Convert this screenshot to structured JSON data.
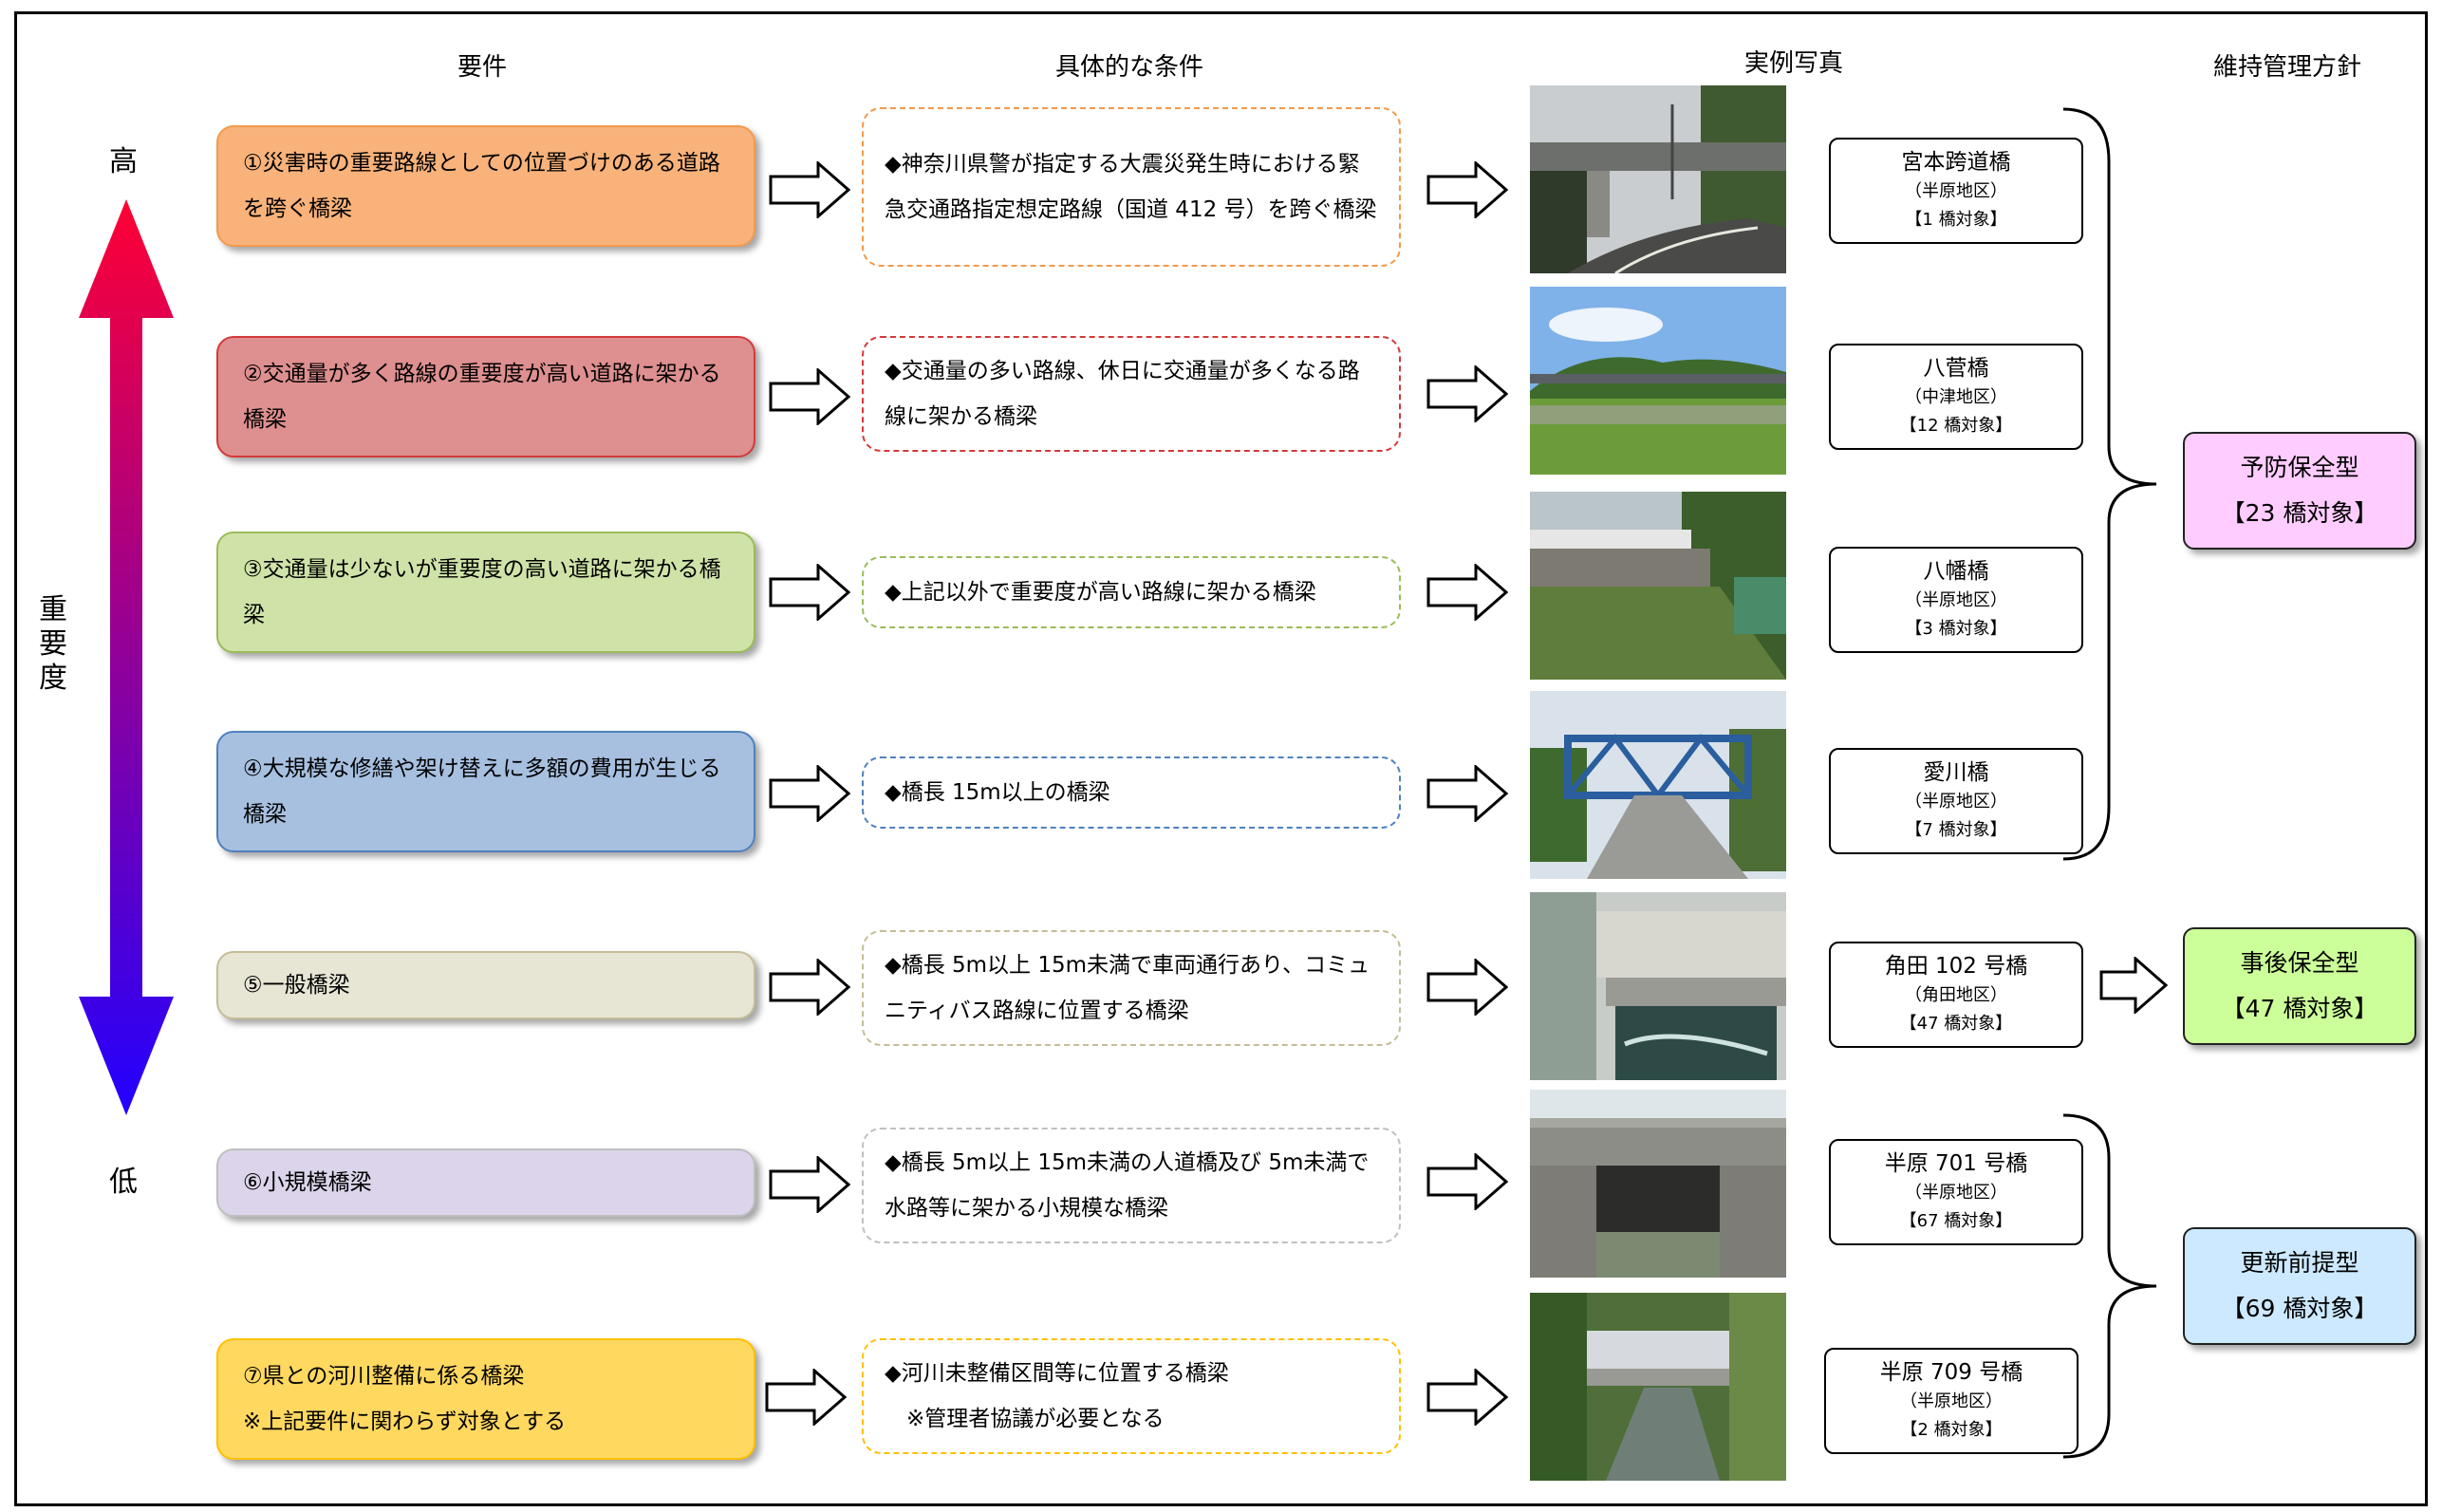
{
  "headers": {
    "requirement": "要件",
    "condition": "具体的な条件",
    "photo": "実例写真",
    "policy": "維持管理方針"
  },
  "importance": {
    "high": "高",
    "low": "低",
    "label": "重要度"
  },
  "colors": {
    "arrow_top": "#ff0033",
    "arrow_bottom": "#2200ff"
  },
  "rows": [
    {
      "requirement": "①災害時の重要路線としての位置づけのある道路を跨ぐ橋梁",
      "condition": "◆神奈川県警が指定する大震災発生時における緊急交通路指定想定路線（国道 412 号）を跨ぐ橋梁",
      "bridge_name": "宮本跨道橋",
      "district": "（半原地区）",
      "count": "【1 橋対象】",
      "fill": "#f8b27a",
      "border": "#f29a4c"
    },
    {
      "requirement": "②交通量が多く路線の重要度が高い道路に架かる橋梁",
      "condition": "◆交通量の多い路線、休日に交通量が多くなる路線に架かる橋梁",
      "bridge_name": "八菅橋",
      "district": "（中津地区）",
      "count": "【12 橋対象】",
      "fill": "#de8f8f",
      "border": "#d33a3a"
    },
    {
      "requirement": "③交通量は少ないが重要度の高い道路に架かる橋梁",
      "condition": "◆上記以外で重要度が高い路線に架かる橋梁",
      "bridge_name": "八幡橋",
      "district": "（半原地区）",
      "count": "【3 橋対象】",
      "fill": "#cfe3a8",
      "border": "#9bbb59"
    },
    {
      "requirement": "④大規模な修繕や架け替えに多額の費用が生じる橋梁",
      "condition": "◆橋長 15m以上の橋梁",
      "bridge_name": "愛川橋",
      "district": "（半原地区）",
      "count": "【7 橋対象】",
      "fill": "#a7c0e0",
      "border": "#4f81bd"
    },
    {
      "requirement": "⑤一般橋梁",
      "condition": "◆橋長 5m以上 15m未満で車両通行あり、コミュニティバス路線に位置する橋梁",
      "bridge_name": "角田 102 号橋",
      "district": "（角田地区）",
      "count": "【47 橋対象】",
      "fill": "#e7e5d4",
      "border": "#c4bd97"
    },
    {
      "requirement": "⑥小規模橋梁",
      "condition": "◆橋長 5m以上 15m未満の人道橋及び 5m未満で水路等に架かる小規模な橋梁",
      "bridge_name": "半原 701 号橋",
      "district": "（半原地区）",
      "count": "【67 橋対象】",
      "fill": "#dcd4ea",
      "border": "#bfbfbf"
    },
    {
      "requirement": "⑦県との河川整備に係る橋梁\n※上記要件に関わらず対象とする",
      "condition": "◆河川未整備区間等に位置する橋梁\n　※管理者協議が必要となる",
      "bridge_name": "半原 709 号橋",
      "district": "（半原地区）",
      "count": "【2 橋対象】",
      "fill": "#ffd860",
      "border": "#ffc000"
    }
  ],
  "policies": [
    {
      "name": "予防保全型",
      "count": "【23 橋対象】",
      "fill": "#ffccff"
    },
    {
      "name": "事後保全型",
      "count": "【47 橋対象】",
      "fill": "#ccff99"
    },
    {
      "name": "更新前提型",
      "count": "【69 橋対象】",
      "fill": "#cce9ff"
    }
  ]
}
